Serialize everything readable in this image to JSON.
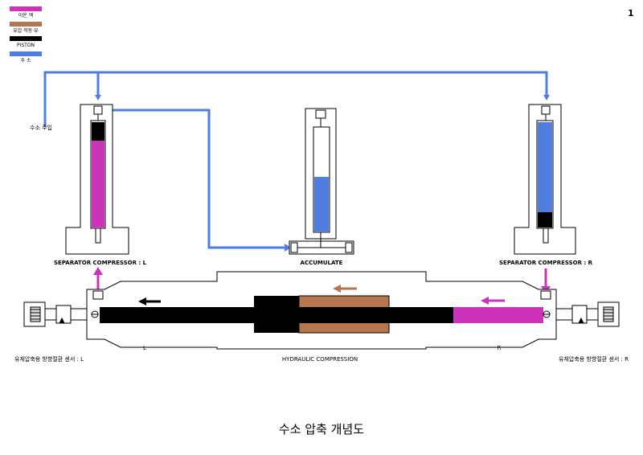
{
  "page_number": "1",
  "legend": [
    {
      "label": "이온 액",
      "color": "#cc33bb"
    },
    {
      "label": "유압 작동 유",
      "color": "#b5764d"
    },
    {
      "label": "PISTON",
      "color": "#000000"
    },
    {
      "label": "수 소",
      "color": "#4f7ee0"
    }
  ],
  "labels": {
    "hydrogen_inlet": "수소 주입",
    "separator_left": "SEPARATOR COMPRESSOR : L",
    "accumulate": "ACCUMULATE",
    "separator_right": "SEPARATOR COMPRESSOR : R",
    "side_left": "L",
    "side_right": "R",
    "hydraulic": "HYDRAULIC COMPRESSION",
    "sensor_left": "유체압축용 방향절환 센서 : L",
    "sensor_right": "유체압축용 방향절환 센서 : R"
  },
  "title": "수소 압축 개념도",
  "colors": {
    "ionic_liquid": "#cc33bb",
    "hydraulic_oil": "#b5764d",
    "piston": "#000000",
    "hydrogen": "#4f7ee0"
  }
}
